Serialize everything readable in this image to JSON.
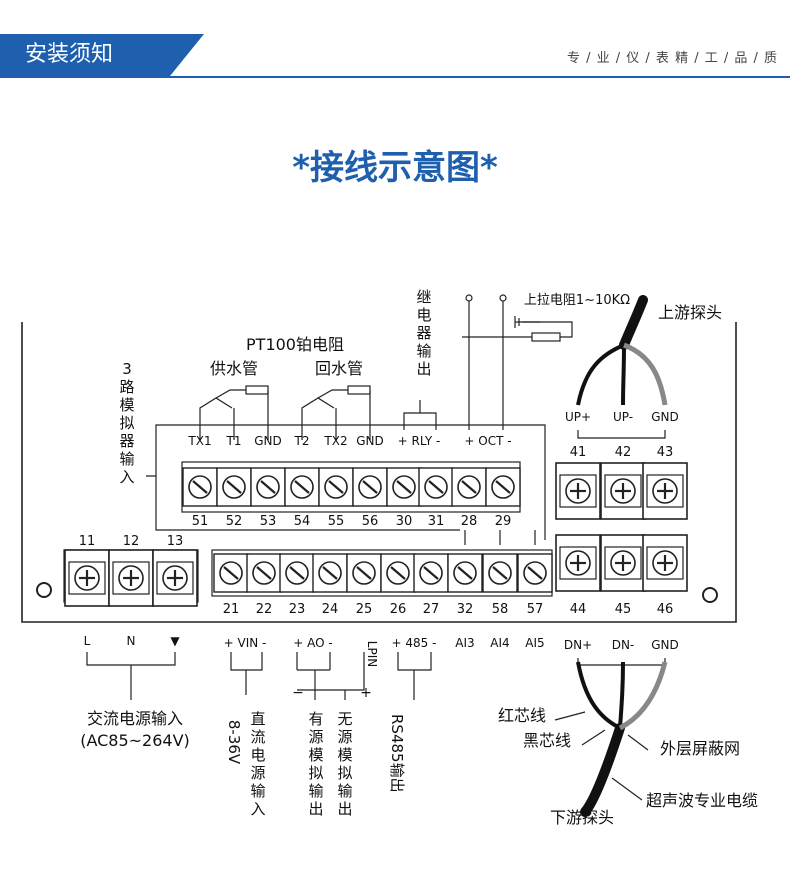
{
  "header": {
    "tab_title": "安装须知",
    "slogan": "专 / 业 / 仪 / 表  精 / 工 / 品 / 质"
  },
  "diagram": {
    "title": "*接线示意图*",
    "analog_inputs_label": "3路模拟器输入",
    "pt100_label": "PT100铂电阻",
    "supply_pipe": "供水管",
    "return_pipe": "回水管",
    "relay_label": "继电器输出",
    "pullup_label": "上拉电阻1~10KΩ",
    "upstream_probe": "上游探头",
    "downstream_probe": "下游探头",
    "red_core": "红芯线",
    "black_core": "黑芯线",
    "outer_shield": "外层屏蔽网",
    "ultrasonic_cable": "超声波专业电缆",
    "top_labels": [
      "TX1",
      "T1",
      "GND",
      "T2",
      "TX2",
      "GND",
      "+ RLY -",
      "+ OCT -"
    ],
    "top_numbers": [
      "51",
      "52",
      "53",
      "54",
      "55",
      "56",
      "30",
      "31",
      "28",
      "29"
    ],
    "bottom_numbers": [
      "21",
      "22",
      "23",
      "24",
      "25",
      "26",
      "27",
      "32",
      "58",
      "57"
    ],
    "ac_numbers": [
      "11",
      "12",
      "13"
    ],
    "ac_labels": [
      "L",
      "N",
      "▼"
    ],
    "up_labels": [
      "UP+",
      "UP-",
      "GND"
    ],
    "up_numbers": [
      "41",
      "42",
      "43"
    ],
    "dn_numbers": [
      "44",
      "45",
      "46"
    ],
    "dn_labels": [
      "DN+",
      "DN-",
      "GND"
    ],
    "bottom_labels": {
      "vin": "+ VIN -",
      "ao": "+ AO -",
      "lpin": "LPIN",
      "rs485": "+ 485 -",
      "ai3": "AI3",
      "ai4": "AI4",
      "ai5": "AI5",
      "minus": "−",
      "plus": "+"
    },
    "captions": {
      "ac_power": "交流电源输入",
      "ac_range": "(AC85~264V)",
      "dc_range": "8-36V",
      "dc_power": "直流电源输入",
      "active_out": "有源模拟输出",
      "passive_out": "无源模拟输出",
      "rs485_out": "RS485输出"
    }
  }
}
